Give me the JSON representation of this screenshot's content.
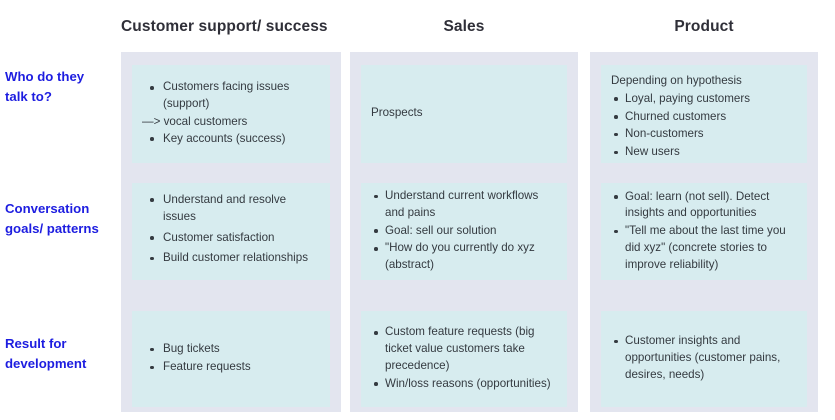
{
  "columns": [
    {
      "id": "customer-support-success",
      "header": "Customer support/ success"
    },
    {
      "id": "sales",
      "header": "Sales"
    },
    {
      "id": "product",
      "header": "Product"
    }
  ],
  "rows": [
    {
      "id": "who-do-they-talk-to",
      "label": "Who do they\ntalk to?"
    },
    {
      "id": "conversation-goals-patterns",
      "label": "Conversation\ngoals/ patterns"
    },
    {
      "id": "result-for-development",
      "label": "Result for\ndevelopment"
    }
  ],
  "cells": {
    "r0c0": {
      "bullets_a": [
        "Customers facing issues (support)"
      ],
      "arrow_line": "—> vocal customers",
      "bullets_b": [
        "Key accounts (success)"
      ]
    },
    "r0c1": {
      "plain": "Prospects"
    },
    "r0c2": {
      "plain": "Depending on hypothesis",
      "bullets": [
        "Loyal, paying customers",
        "Churned customers",
        "Non-customers",
        "New users"
      ]
    },
    "r1c0": {
      "bullets": [
        "Understand and resolve issues",
        "Customer satisfaction",
        "Build customer relationships"
      ]
    },
    "r1c1": {
      "bullets": [
        "Understand current workflows and pains",
        "Goal: sell our solution",
        "\"How do you currently do xyz (abstract)"
      ]
    },
    "r1c2": {
      "bullets": [
        "Goal: learn (not sell). Detect insights and opportunities",
        "\"Tell me about the last time you did xyz\" (concrete stories to improve reliability)"
      ]
    },
    "r2c0": {
      "bullets": [
        "Bug tickets",
        "Feature requests"
      ]
    },
    "r2c1": {
      "bullets": [
        "Custom feature requests (big ticket value customers take precedence)",
        "Win/loss reasons (opportunities)"
      ]
    },
    "r2c2": {
      "bullets": [
        "Customer insights and opportunities (customer pains, desires, needs)"
      ]
    }
  },
  "colors": {
    "label_blue": "#1d1de0",
    "header_dark": "#2f2f38",
    "column_bg": "#e3e5ef",
    "cell_bg": "#d7ecef",
    "body_text": "#343a40",
    "page_bg": "#ffffff"
  }
}
